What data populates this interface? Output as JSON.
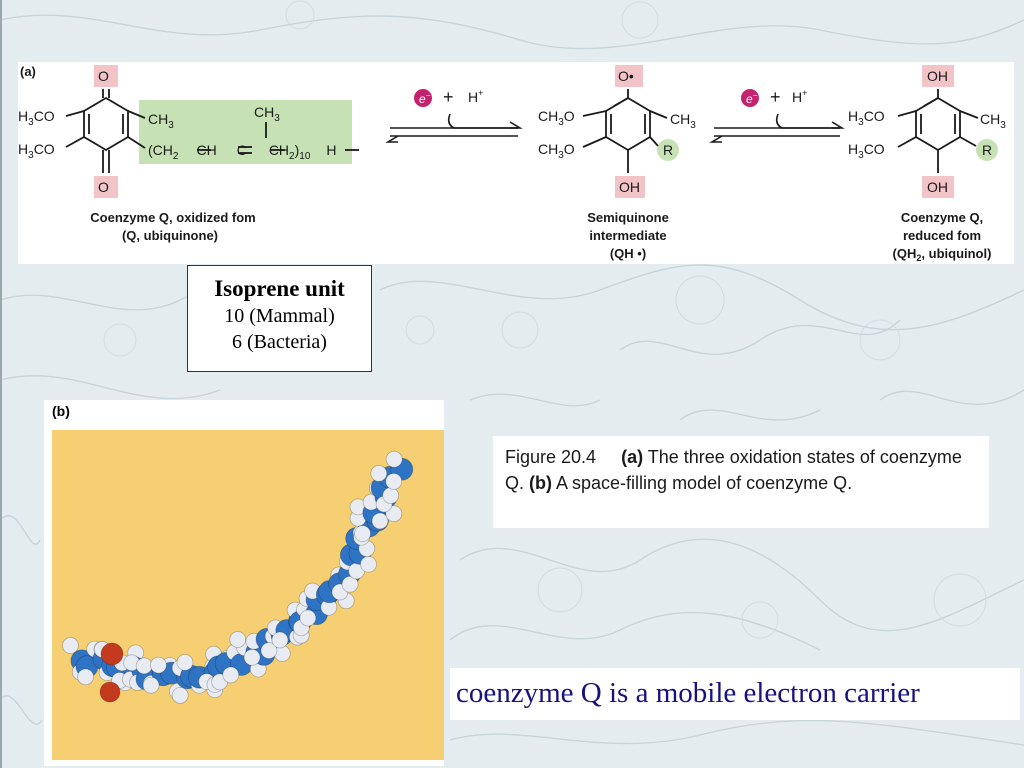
{
  "panel_a": {
    "label": "(a)",
    "oxidized": {
      "top_o": "O",
      "bottom_o": "O",
      "ome1_pre": "H",
      "ome1_sub": "3",
      "ome1_post": "CO",
      "ome2_pre": "H",
      "ome2_sub": "3",
      "ome2_post": "CO",
      "ch3_pre": "CH",
      "ch3_sub": "3",
      "tail_ch2a_pre": "(CH",
      "tail_ch2a_sub": "2",
      "tail_ch": "CH",
      "tail_c": "C",
      "tail_ch2b_pre": "CH",
      "tail_ch2b_sub": "2",
      "tail_ch2b_post": ")",
      "tail_n": "10",
      "tail_h": "H",
      "iso_ch3_pre": "CH",
      "iso_ch3_sub": "3",
      "caption_line1": "Coenzyme Q, oxidized fom",
      "caption_line2": "(Q, ubiquinone)"
    },
    "reaction1": {
      "electron": "e",
      "electron_sup": "−",
      "plus": "+",
      "proton": "H",
      "proton_sup": "+"
    },
    "semiquinone": {
      "top": "O•",
      "bottom": "OH",
      "r": "R",
      "ome1_pre": "CH",
      "ome1_sub": "3",
      "ome1_post": "O",
      "ome2_pre": "CH",
      "ome2_sub": "3",
      "ome2_post": "O",
      "ch3_pre": "CH",
      "ch3_sub": "3",
      "caption_line1": "Semiquinone",
      "caption_line2": "intermediate",
      "caption_line3": "(QH •)"
    },
    "reaction2": {
      "electron": "e",
      "electron_sup": "−",
      "plus": "+",
      "proton": "H",
      "proton_sup": "+"
    },
    "reduced": {
      "top": "OH",
      "bottom": "OH",
      "r": "R",
      "ome1_pre": "H",
      "ome1_sub": "3",
      "ome1_post": "CO",
      "ome2_pre": "H",
      "ome2_sub": "3",
      "ome2_post": "CO",
      "ch3_pre": "CH",
      "ch3_sub": "3",
      "caption_line1": "Coenzyme Q,",
      "caption_line2": "reduced fom",
      "caption_line3_pre": "(QH",
      "caption_line3_sub": "2",
      "caption_line3_post": ", ubiquinol)"
    }
  },
  "isoprene_box": {
    "title": "Isoprene unit",
    "line1": "10 (Mammal)",
    "line2": "6 (Bacteria)"
  },
  "panel_b": {
    "label": "(b)"
  },
  "figure_caption": {
    "fig": "Figure 20.4",
    "a": "(a)",
    "a_text": " The three oxidation states of coenzyme Q. ",
    "b": "(b)",
    "b_text": " A space-filling model of coenzyme Q."
  },
  "tagline": "coenzyme Q is a mobile electron carrier",
  "colors": {
    "highlight_pink": "#f2c4c8",
    "highlight_green": "#c6e2b4",
    "electron_magenta": "#c4226e",
    "model_background": "#f6cf72",
    "atom_carbon": "#2f74c4",
    "atom_hydrogen": "#e8ecf2",
    "atom_oxygen": "#c43a1e",
    "tagline_text": "#1a1080"
  }
}
